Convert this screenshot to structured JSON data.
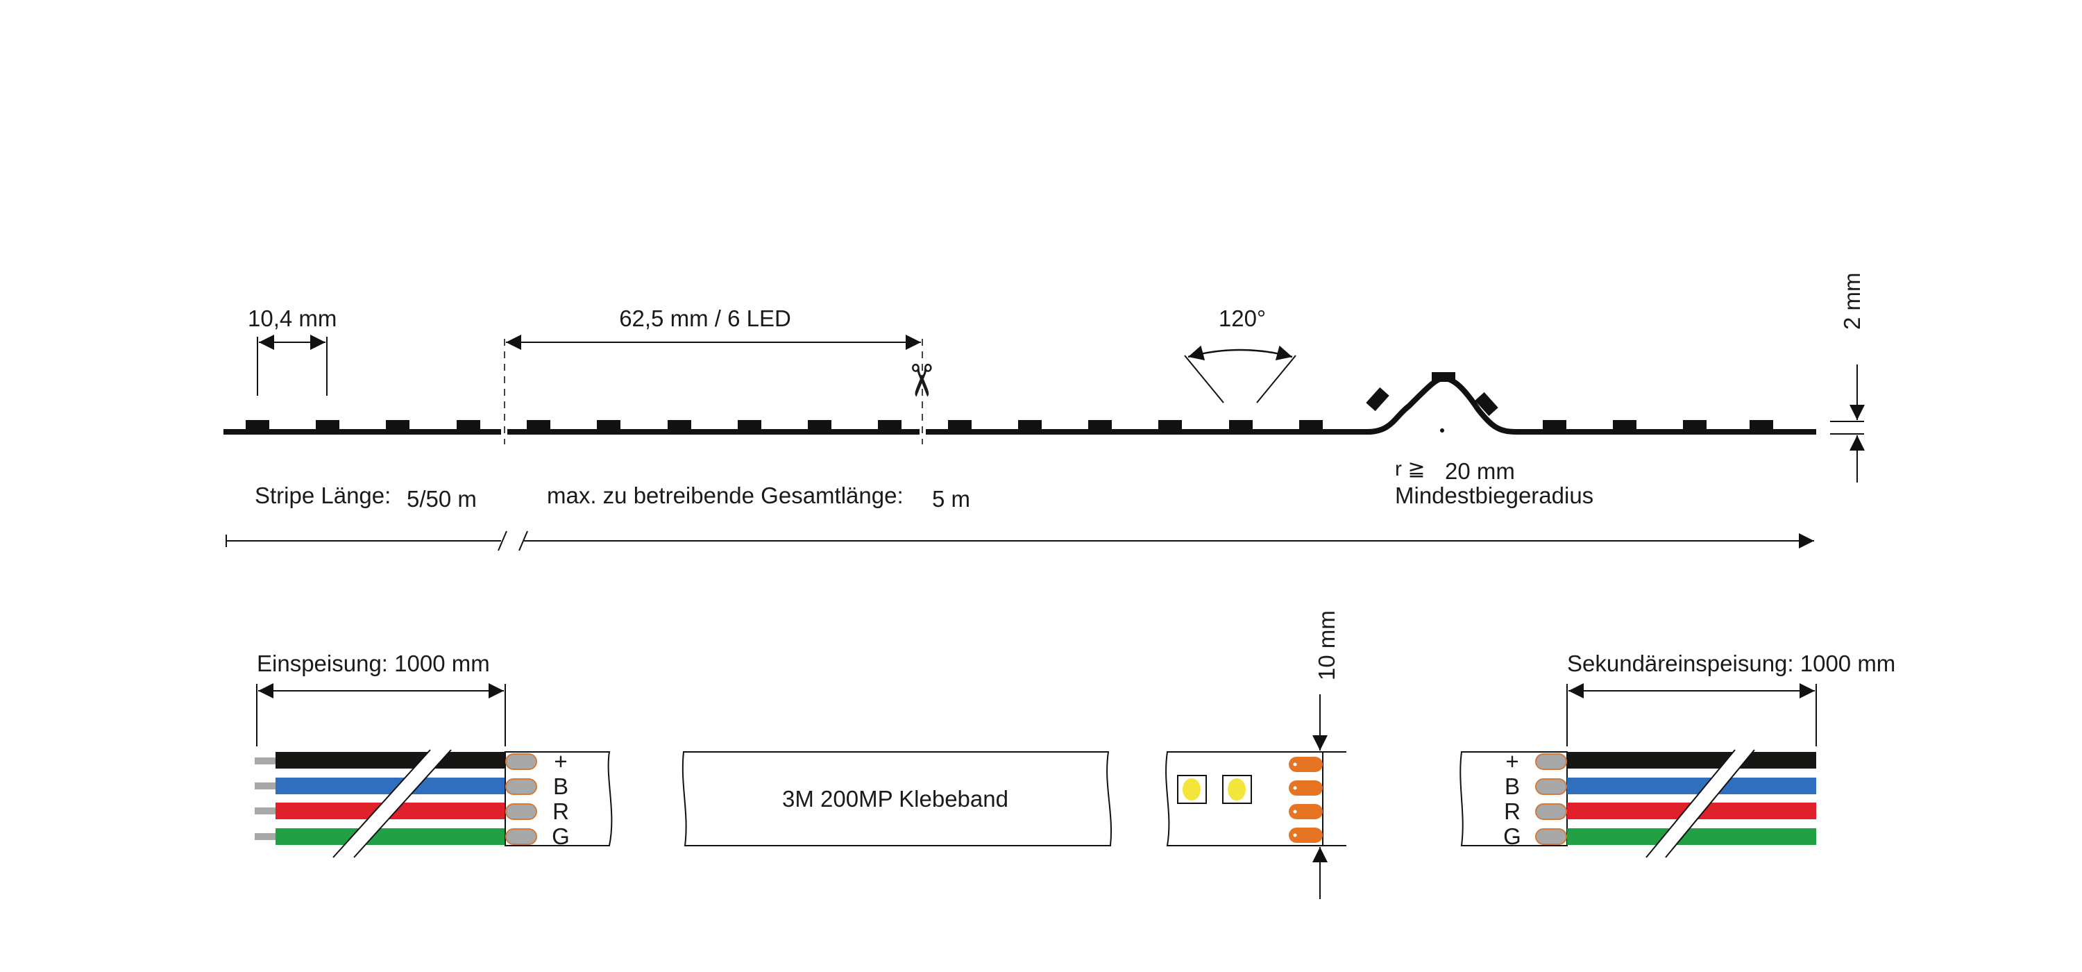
{
  "top": {
    "led_pitch_label": "10,4 mm",
    "cut_segment_label": "62,5 mm / 6 LED",
    "beam_angle_label": "120°",
    "thickness_label": "2 mm",
    "bend_radius_symbol": "r ≧",
    "bend_radius_value": "20 mm",
    "bend_radius_caption": "Mindestbiegeradius",
    "stripe_length_label": "Stripe Länge:",
    "stripe_length_value": "5/50 m",
    "max_length_label": "max. zu betreibende Gesamtlänge:",
    "max_length_value": "5 m"
  },
  "bottom": {
    "feed_label": "Einspeisung: 1000 mm",
    "secondary_feed_label": "Sekundäreinspeisung: 1000 mm",
    "tape_label": "3M 200MP Klebeband",
    "width_label": "10 mm",
    "pins": [
      "+",
      "B",
      "R",
      "G"
    ],
    "wire_colors": [
      "#161614",
      "#2f6fbd",
      "#e0212c",
      "#22a046"
    ],
    "pad_color": "#e57423",
    "led_color": "#f4e53a"
  },
  "icons": {
    "scissors": "✂"
  }
}
